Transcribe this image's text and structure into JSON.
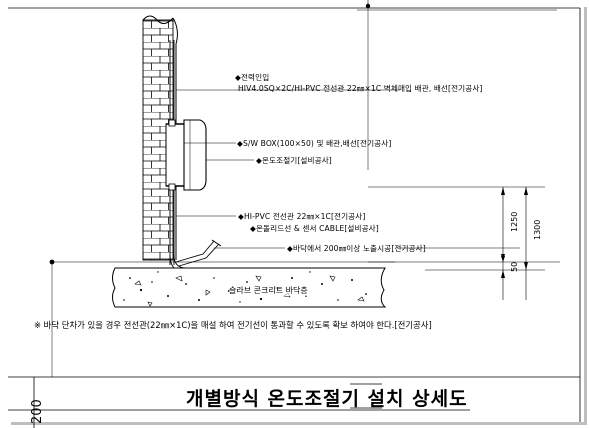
{
  "drawing": {
    "title": "개별방식 온도조절기 설치 상세도",
    "scale_text": "200",
    "callouts": {
      "power_inlet_heading": "◆전력인입",
      "power_inlet_detail": "HIV4.0SQ×2C/HI-PVC 전선관 22㎜×1C 벽체매입 배관, 배선[전기공사]",
      "sw_box": "◆S/W BOX(100×50) 및 배관,배선[전기공사]",
      "thermostat": "◆온도조절기[설비공사]",
      "conduit": "◆HI-PVC 전선관 22㎜×1C[전기공사]",
      "cable": "◆온돌리드선 & 센서 CABLE[설비공사]",
      "floor_exposure": "◆바닥에서 200㎜이상 노출시공[전기공사]"
    },
    "dimensions": {
      "upper": "1250",
      "lower": "50",
      "total": "1300"
    },
    "slab_label": "슬라브 콘크리트 바닥층",
    "footnote": "※ 바닥 단차가 있을 경우 전선관(22㎜×1C)을 매설 하여 전기선이 통과할 수 있도록 확보 하여야 한다.[전기공사]"
  }
}
